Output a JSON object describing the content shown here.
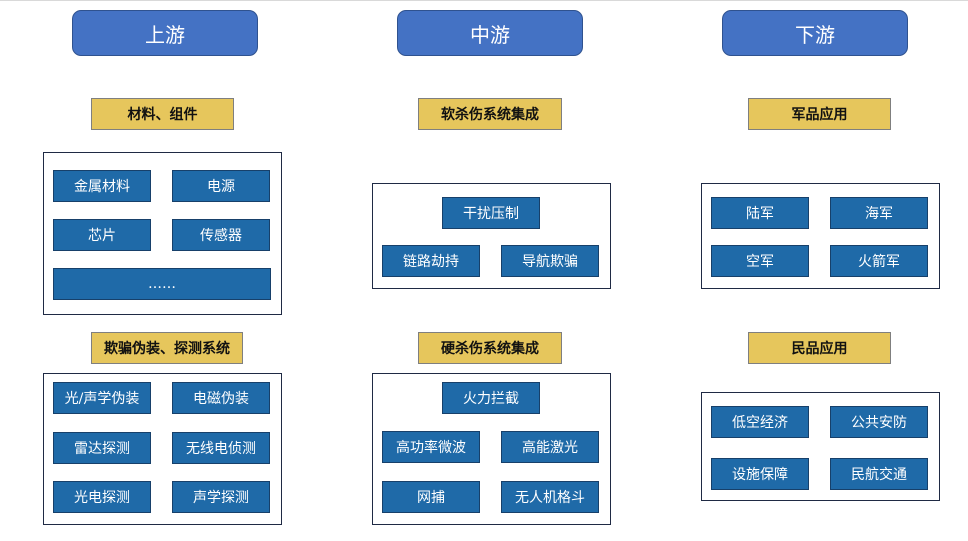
{
  "upstream": {
    "title": "上游",
    "sections": [
      {
        "category": "材料、组件",
        "items": [
          "金属材料",
          "电源",
          "芯片",
          "传感器",
          "……"
        ]
      },
      {
        "category": "欺骗伪装、探测系统",
        "items": [
          "光/声学伪装",
          "电磁伪装",
          "雷达探测",
          "无线电侦测",
          "光电探测",
          "声学探测"
        ]
      }
    ]
  },
  "midstream": {
    "title": "中游",
    "sections": [
      {
        "category": "软杀伤系统集成",
        "items": [
          "干扰压制",
          "链路劫持",
          "导航欺骗"
        ]
      },
      {
        "category": "硬杀伤系统集成",
        "items": [
          "火力拦截",
          "高功率微波",
          "高能激光",
          "网捕",
          "无人机格斗"
        ]
      }
    ]
  },
  "downstream": {
    "title": "下游",
    "sections": [
      {
        "category": "军品应用",
        "items": [
          "陆军",
          "海军",
          "空军",
          "火箭军"
        ]
      },
      {
        "category": "民品应用",
        "items": [
          "低空经济",
          "公共安防",
          "设施保障",
          "民航交通"
        ]
      }
    ]
  },
  "colors": {
    "header_fill": "#4472c4",
    "category_fill": "#e6c65c",
    "item_fill": "#1f6aa8",
    "frame_border": "#1f2a44"
  }
}
